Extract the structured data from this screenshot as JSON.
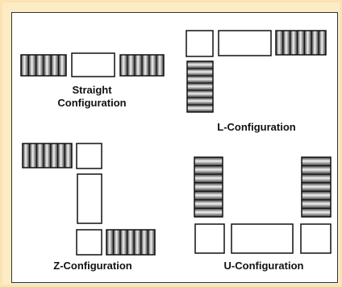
{
  "configurations": {
    "straight": {
      "line1": "Straight",
      "line2": "Configuration"
    },
    "l": {
      "label": "L-Configuration"
    },
    "z": {
      "label": "Z-Configuration"
    },
    "u": {
      "label": "U-Configuration"
    }
  },
  "colors": {
    "frame_background": "#fcecc6",
    "panel_background": "#ffffff",
    "outline": "#111111",
    "stripe_dark": "#3a3a3a",
    "stripe_light": "#f2f2f2"
  }
}
